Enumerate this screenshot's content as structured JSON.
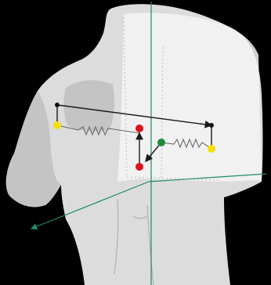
{
  "diagram": {
    "subject": "torso-with-spring-model",
    "labels": []
  },
  "colors": {
    "background": "#000000",
    "torso": "#dcdcdc",
    "torso_shadow": "#c4c4c4",
    "plane": "#f4f4f4",
    "axis": "#1e8a6a",
    "line": "#1a1a1a",
    "spring": "#6a6a6a",
    "point_yellow": "#f4e000",
    "point_red": "#e0101c",
    "point_green": "#1f8c3a",
    "point_black": "#111111"
  },
  "icons": {
    "left-shoulder-marker": "yellow-dot",
    "right-shoulder-marker": "yellow-dot",
    "center-marker": "green-dot",
    "upper-spine-marker": "red-dot",
    "lower-spine-marker": "red-dot"
  }
}
